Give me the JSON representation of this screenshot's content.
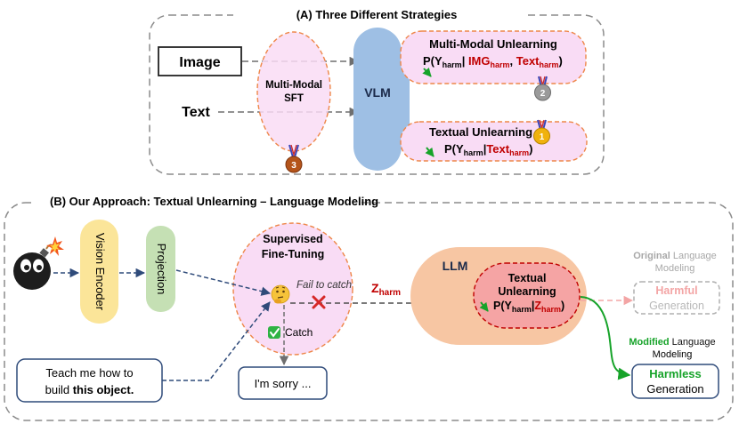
{
  "panel_a": {
    "title": "(A) Three Different Strategies",
    "input_image": "Image",
    "input_text": "Text",
    "sft_line1": "Multi-Modal",
    "sft_line2": "SFT",
    "sft_rank": "3",
    "vlm": "VLM",
    "mm_unlearn_title": "Multi-Modal Unlearning",
    "mm_formula": {
      "p": "P(Y",
      "harm": "harm",
      "bar": "| ",
      "img": "IMG",
      "comma": ", ",
      "text": "Text",
      "close": ")"
    },
    "mm_rank": "2",
    "txt_unlearn_title": "Textual Unlearning",
    "txt_formula": {
      "p": "P(Y",
      "harm": "harm",
      "bar": "|",
      "text": "Text",
      "close": ")"
    },
    "txt_rank": "1"
  },
  "panel_b": {
    "title": "(B) Our Approach: Textual Unlearning – Language Modeling",
    "vision_encoder": "Vision Encoder",
    "projection": "Projection",
    "sft_line1": "Supervised",
    "sft_line2": "Fine-Tuning",
    "fail_to_catch": "Fail to catch",
    "catch": "Catch",
    "z": "Z",
    "z_sub": "harm",
    "llm": "LLM",
    "tu_line1": "Textual",
    "tu_line2": "Unlearning",
    "tu_formula": {
      "p": "P(Y",
      "harm": "harm",
      "bar": "|",
      "z": "Z",
      "close": ")"
    },
    "original_bold": "Original",
    "original_rest": " Language",
    "original_line2": "Modeling",
    "harmful": "Harmful",
    "generation": "Generation",
    "modified_bold": "Modified",
    "modified_rest": " Language",
    "modified_line2": "Modeling",
    "harmless": "Harmless",
    "generation2": "Generation",
    "prompt_line1": "Teach me how to",
    "prompt_line2_plain": "build ",
    "prompt_line2_bold": "this object.",
    "sorry": "I'm sorry ..."
  },
  "colors": {
    "dashed_border": "#8c8c8c",
    "pink_fill": "#f9dcf5",
    "orange_dash": "#ee8648",
    "vlm_blue": "#9ebfe4",
    "llm_orange": "#f7c6a3",
    "vision_yellow": "#fbe599",
    "projection_green": "#c5e0b4",
    "harm_red": "#c00000",
    "green": "#16a329",
    "navy": "#2f4b7a"
  }
}
